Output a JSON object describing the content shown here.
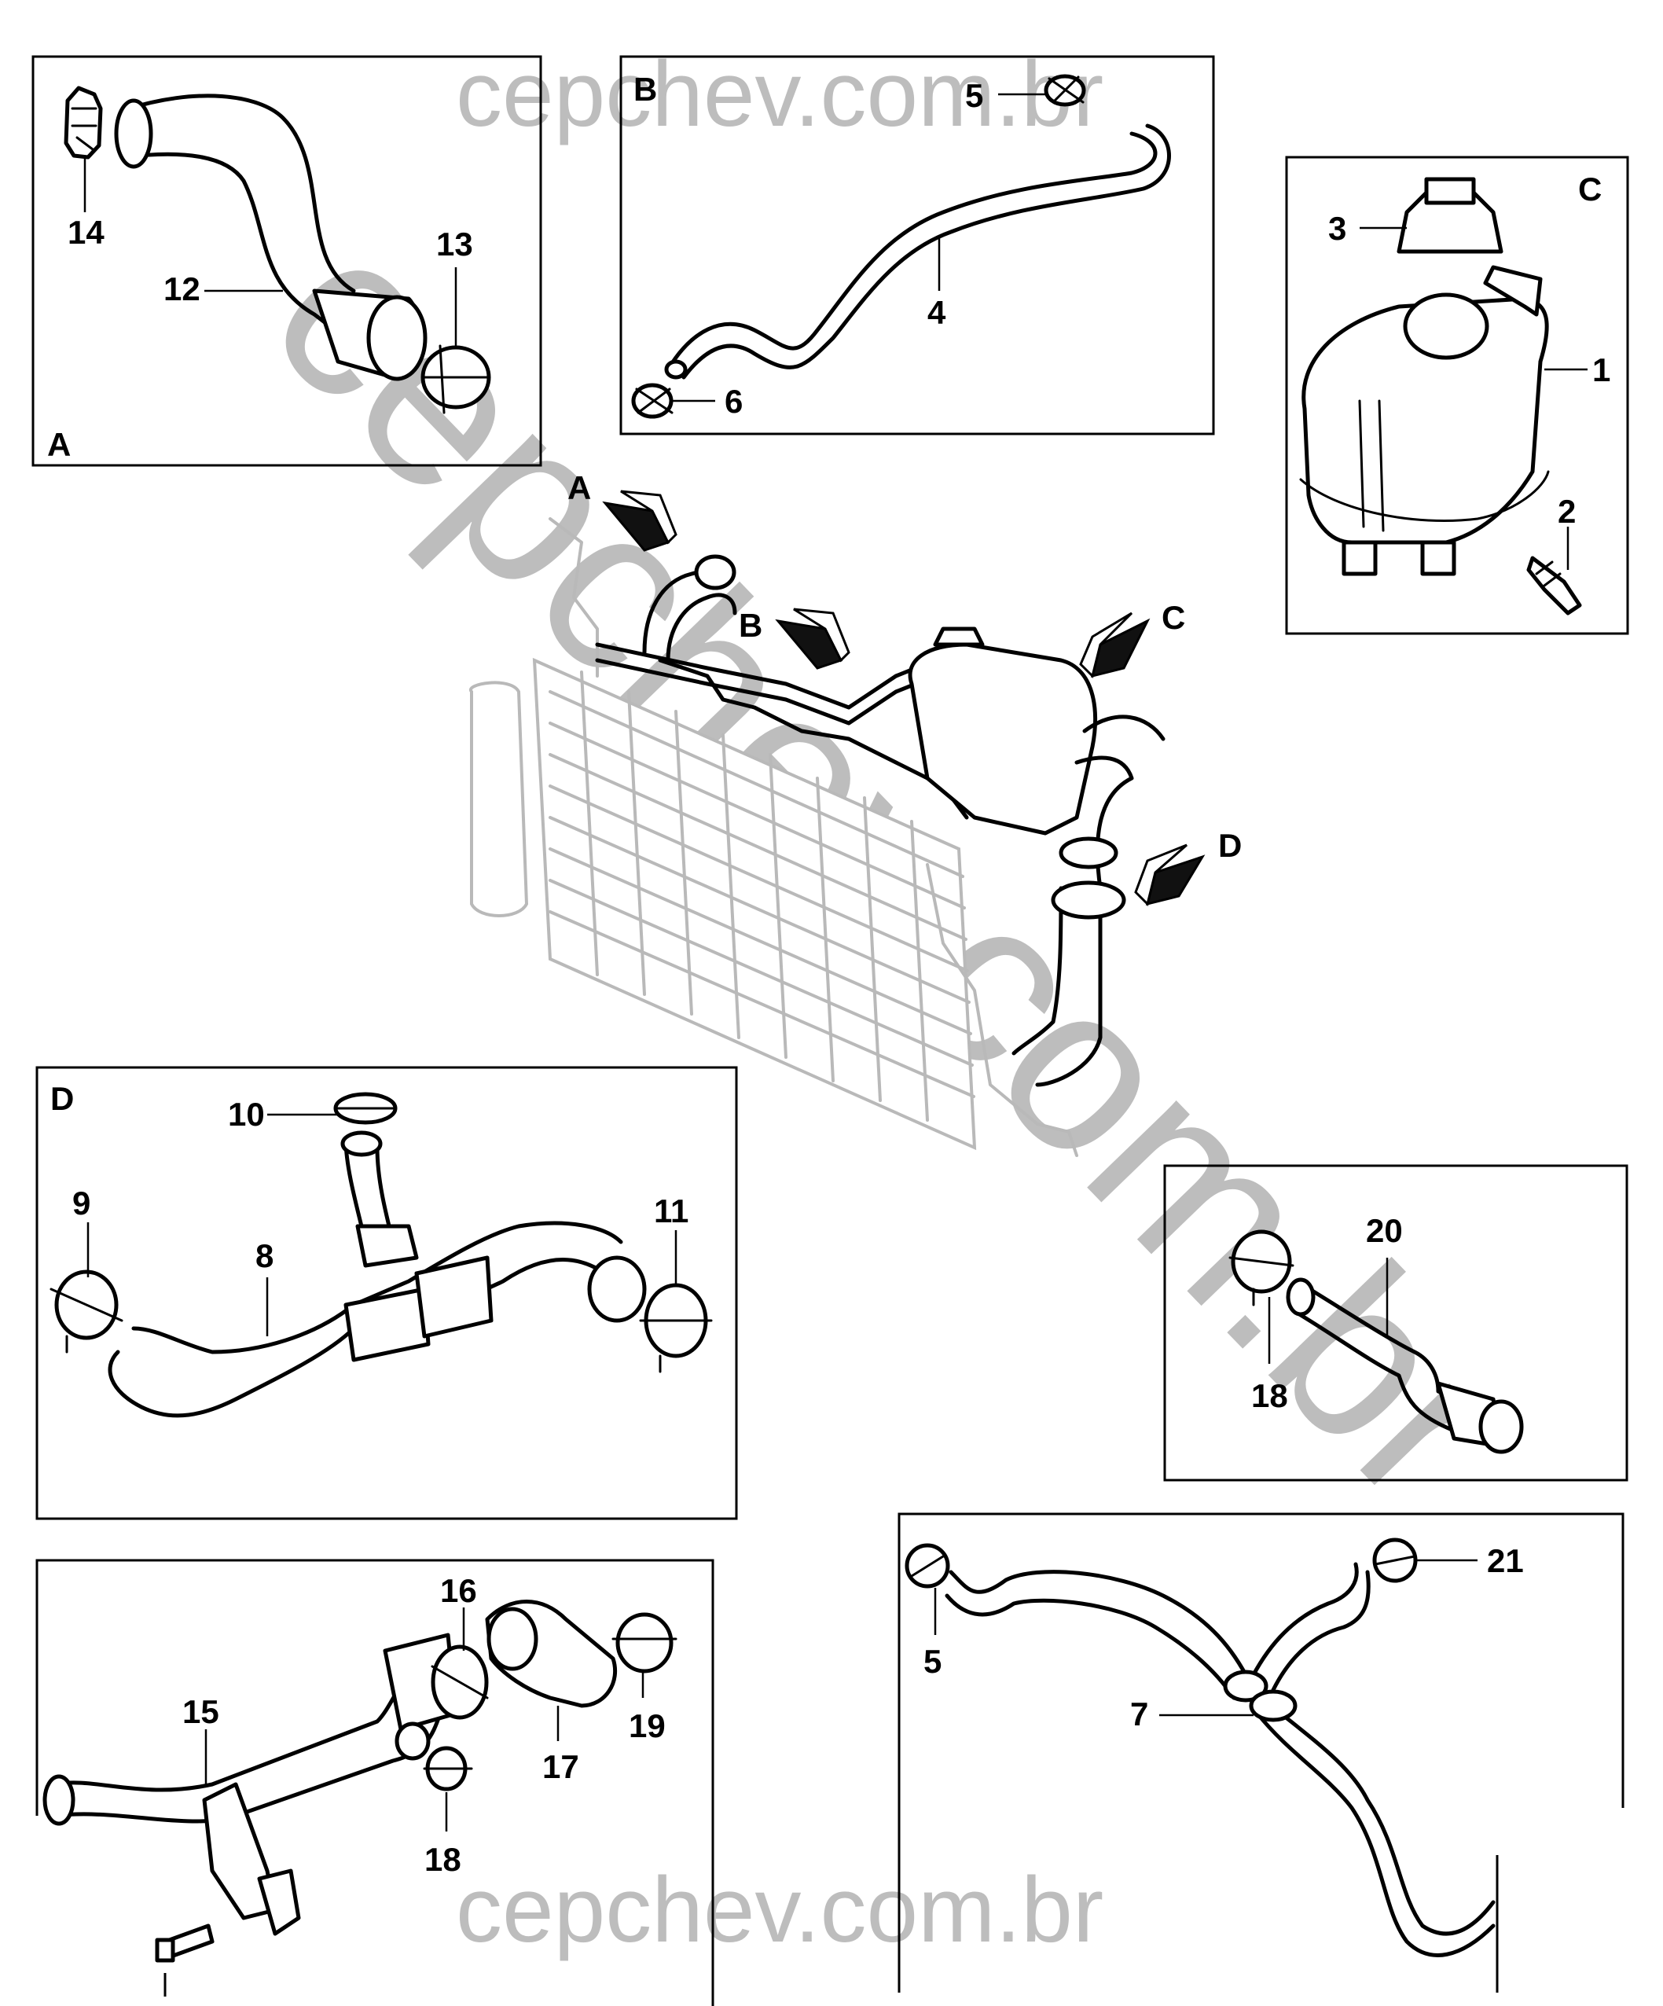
{
  "watermarks": {
    "top": "cepchev.com.br",
    "bottom": "cepchev.com.br",
    "diagonal": "cepchev.com.br"
  },
  "panels": {
    "A": {
      "letter": "A",
      "callouts": [
        "12",
        "13",
        "14"
      ]
    },
    "B": {
      "letter": "B",
      "callouts": [
        "4",
        "5",
        "6"
      ]
    },
    "C": {
      "letter": "C",
      "callouts": [
        "1",
        "2",
        "3"
      ]
    },
    "D": {
      "letter": "D",
      "callouts": [
        "8",
        "9",
        "10",
        "11"
      ]
    },
    "E": {
      "callouts": [
        "18",
        "20"
      ]
    },
    "F": {
      "callouts": [
        "15",
        "16",
        "17",
        "18",
        "19"
      ]
    },
    "G": {
      "callouts": [
        "5",
        "7",
        "21"
      ]
    }
  },
  "main_arrows": [
    "A",
    "B",
    "C",
    "D"
  ],
  "colors": {
    "line": "#000000",
    "ghost": "#b9b9b9",
    "watermark": "#bdbdbd",
    "background": "#ffffff"
  }
}
